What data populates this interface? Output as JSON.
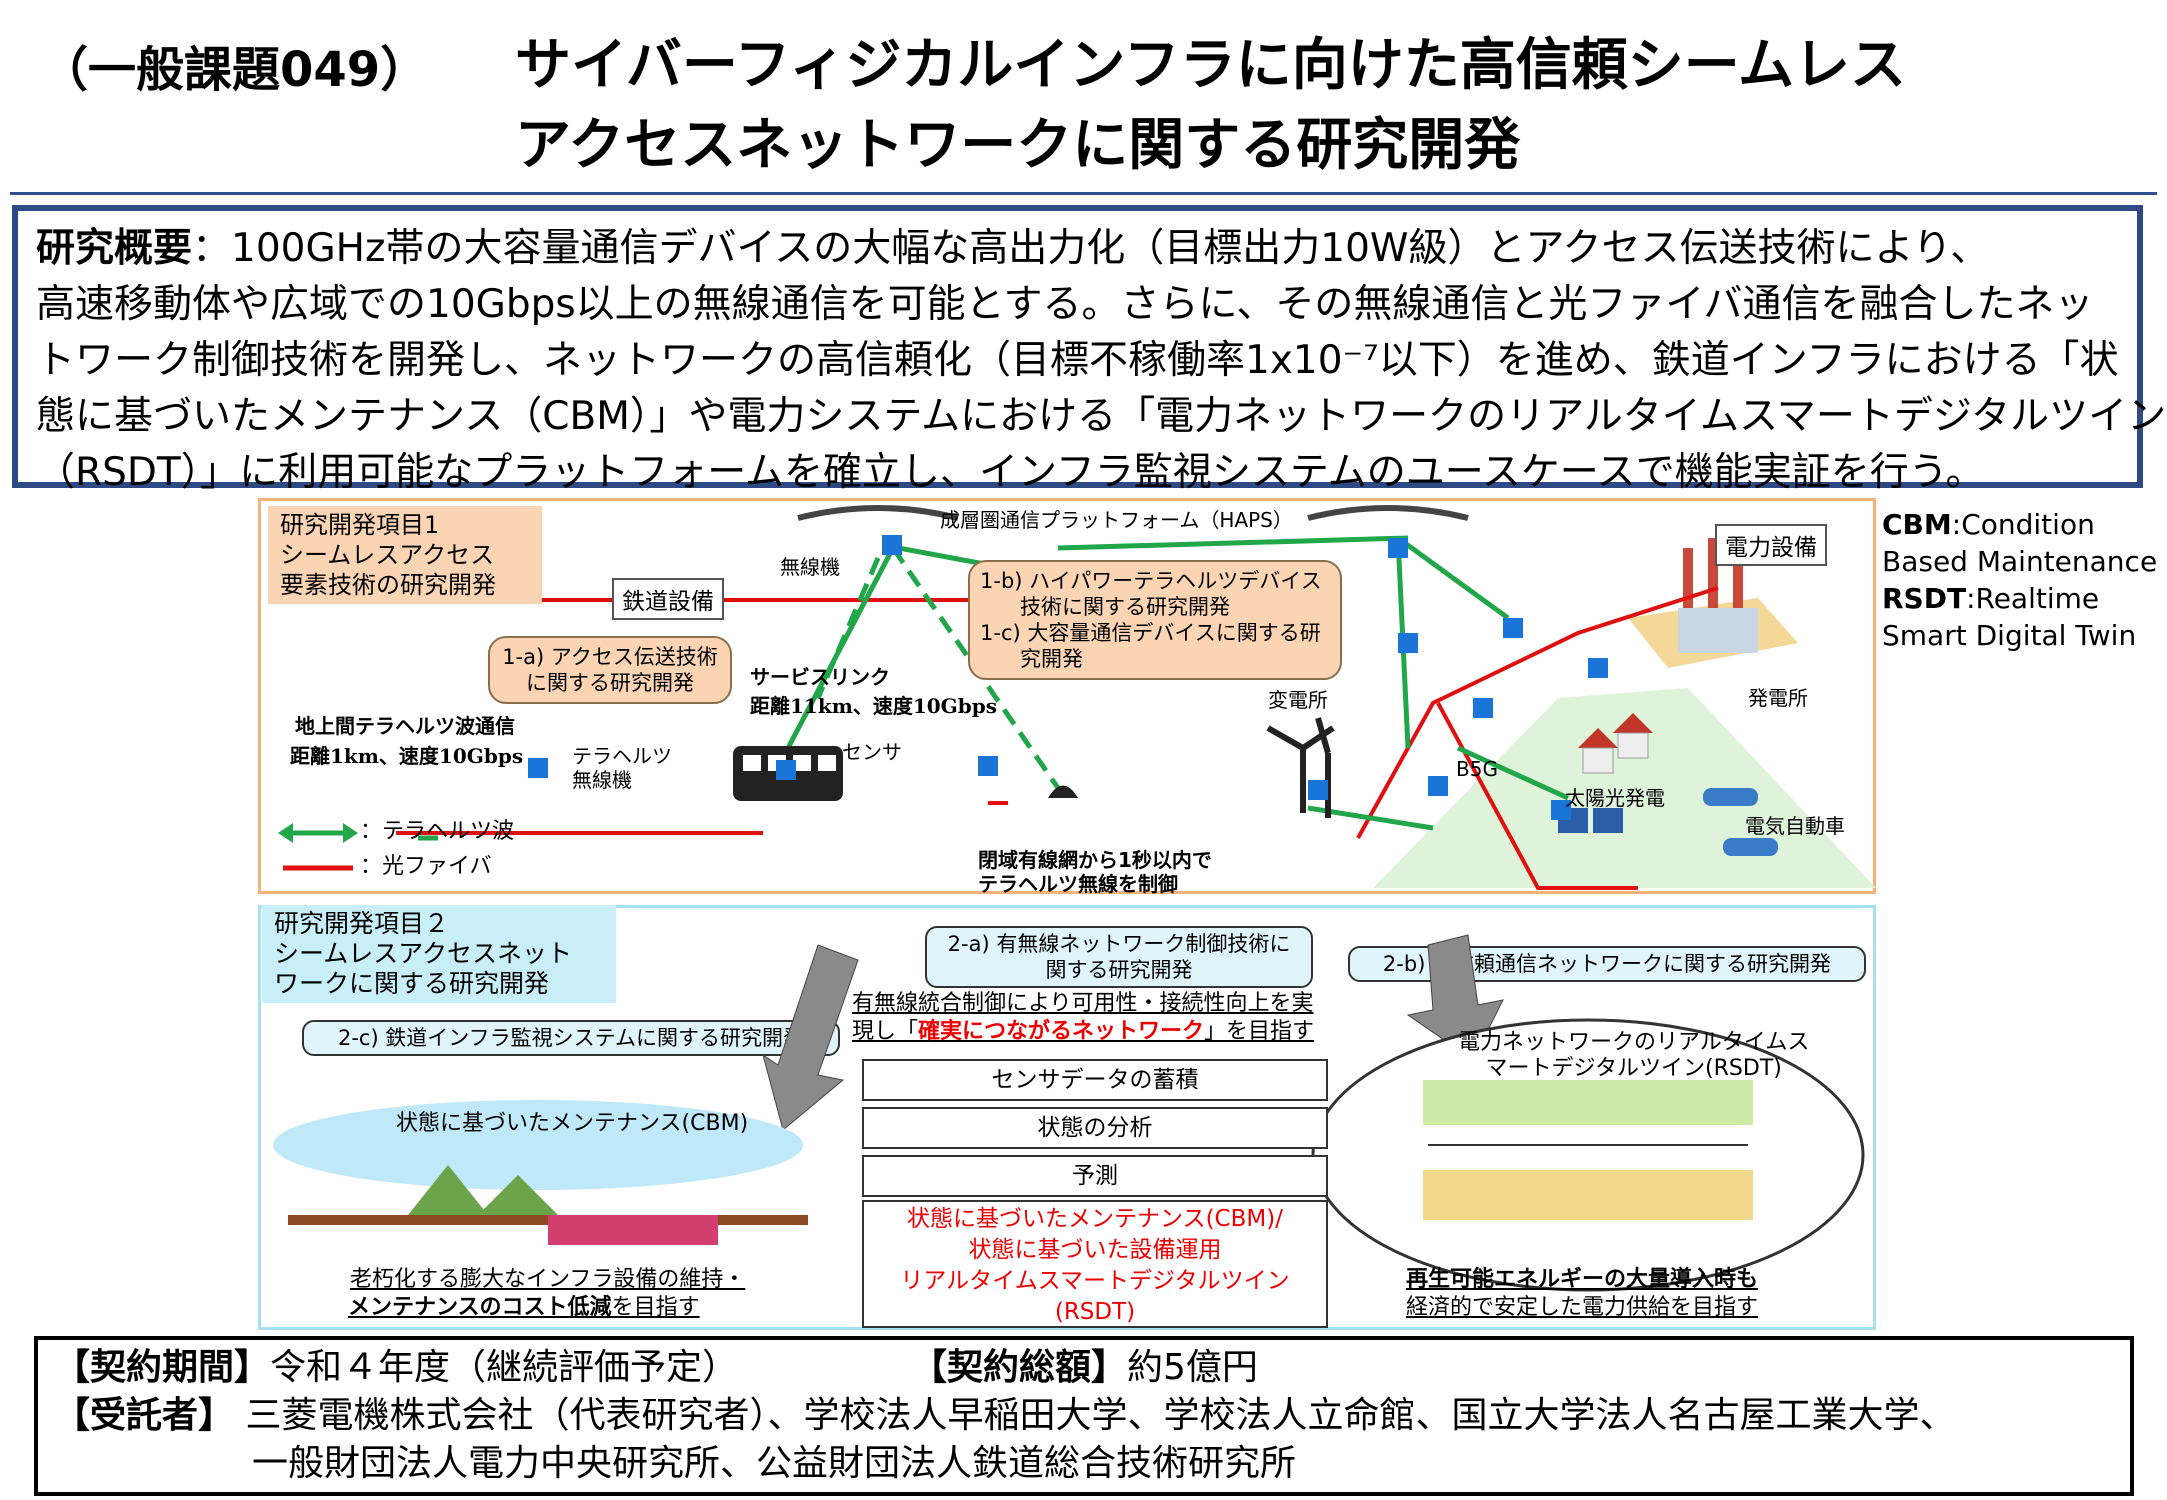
{
  "header": {
    "number": "（一般課題049）",
    "title_line1": "サイバーフィジカルインフラに向けた高信頼シームレス",
    "title_line2": "アクセスネットワークに関する研究開発"
  },
  "summary": {
    "label": "研究概要",
    "line1": "：100GHz帯の大容量通信デバイスの大幅な高出力化（目標出力10W級）とアクセス伝送技術により、",
    "line2": "高速移動体や広域での10Gbps以上の無線通信を可能とする。さらに、その無線通信と光ファイバ通信を融合したネッ",
    "line3": "トワーク制御技術を開発し、ネットワークの高信頼化（目標不稼働率1x10⁻⁷以下）を進め、鉄道インフラにおける「状",
    "line4": "態に基づいたメンテナンス（CBM）」や電力システムにおける「電力ネットワークのリアルタイムスマートデジタルツイン",
    "line5": "（RSDT）」に利用可能なプラットフォームを確立し、インフラ監視システムのユースケースで機能実証を行う。"
  },
  "legend_right": {
    "cbm_abbr": "CBM",
    "cbm_text": ":Condition",
    "cbm_text2": "Based Maintenance",
    "rsdt_abbr": "RSDT",
    "rsdt_text": ":Realtime",
    "rsdt_text2": "Smart Digital Twin"
  },
  "figure1": {
    "item_tag_line1": "研究開発項目1",
    "item_tag_line2": "シームレスアクセス",
    "item_tag_line3": "要素技術の研究開発",
    "haps": "成層圏通信プラットフォーム（HAPS）",
    "railway": "鉄道設備",
    "power": "電力設備",
    "wireless": "無線機",
    "callout_1a_1": "1-a) アクセス伝送技術",
    "callout_1a_2": "に関する研究開発",
    "callout_1b_1": "1-b) ハイパワーテラヘルツデバイス",
    "callout_1b_2": "技術に関する研究開発",
    "callout_1c_1": "1-c) 大容量通信デバイスに関する研",
    "callout_1c_2": "究開発",
    "service_link": "サービスリンク",
    "service_link_spec": "距離11km、速度10Gbps",
    "ground_thz": "地上間テラヘルツ波通信",
    "ground_thz_spec": "距離1km、速度10Gbps",
    "thz_radio_1": "テラヘルツ",
    "thz_radio_2": "無線機",
    "sensor": "センサ",
    "substation": "変電所",
    "power_plant": "発電所",
    "b5g": "B5G",
    "solar": "太陽光発電",
    "ev": "電気自動車",
    "legend_thz": "：テラヘルツ波",
    "legend_fiber": "：光ファイバ",
    "closed_net_1": "閉域有線網から1秒以内で",
    "closed_net_2": "テラヘルツ無線を制御"
  },
  "figure2": {
    "item_tag_line1": "研究開発項目２",
    "item_tag_line2": "シームレスアクセスネット",
    "item_tag_line3": "ワークに関する研究開発",
    "box_2a_1": "2-a) 有無線ネットワーク制御技術に",
    "box_2a_2": "関する研究開発",
    "goal_2a_1": "有無線統合制御により可用性・接続性向上を実",
    "goal_2a_2": "現し「",
    "goal_2a_red": "確実につながるネットワーク",
    "goal_2a_3": "」を目指す",
    "box_2b": "2-b) 高信頼通信ネットワークに関する研究開発",
    "box_2c": "2-c) 鉄道インフラ監視システムに関する研究開発",
    "cbm_cloud": "状態に基づいたメンテナンス(CBM)",
    "rsdt_cloud_1": "電力ネットワークのリアルタイムス",
    "rsdt_cloud_2": "マートデジタルツイン(RSDT)",
    "stack1": "センサデータの蓄積",
    "stack2": "状態の分析",
    "stack3": "予測",
    "red1": "状態に基づいたメンテナンス(CBM)/",
    "red2": "状態に基づいた設備運用",
    "red3": "リアルタイムスマートデジタルツイン",
    "red4": "(RSDT)",
    "goal_left_1": "老朽化する膨大なインフラ設備の維持・",
    "goal_left_2": "メンテナンスのコスト低減",
    "goal_left_3": "を目指す",
    "goal_right_1": "再生可能エネルギーの大量導入時も",
    "goal_right_2": "経済的で安定した電力供給を目指す"
  },
  "contract": {
    "period_label": "【契約期間】",
    "period_value": "令和４年度（継続評価予定）",
    "amount_label": "【契約総額】",
    "amount_value": "約5億円",
    "contractor_label": "【受託者】",
    "contractor_line1": "三菱電機株式会社（代表研究者）、学校法人早稲田大学、学校法人立命館、国立大学法人名古屋工業大学、",
    "contractor_line2": "一般財団法人電力中央研究所、公益財団法人鉄道総合技術研究所"
  },
  "colors": {
    "title_rule": "#2e4f8f",
    "summary_border": "#2e4a85",
    "thz_green": "#22a64a",
    "fiber_red": "#e01010",
    "figure1_border": "#f2b27a",
    "figure2_border": "#a7e0f0"
  }
}
